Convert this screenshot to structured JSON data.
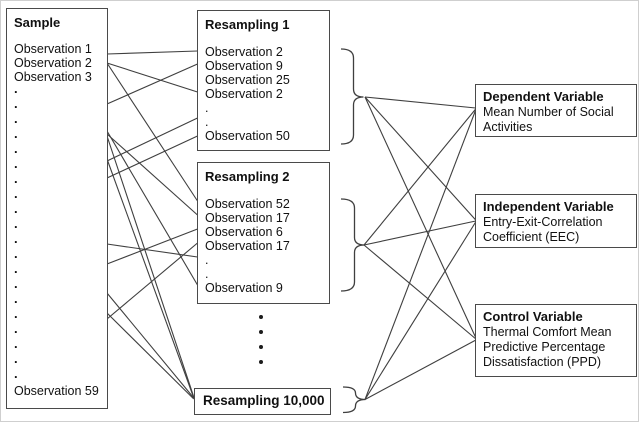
{
  "sample": {
    "title": "Sample",
    "observations": [
      "Observation 1",
      "Observation 2",
      "Observation 3"
    ],
    "ellipsis_dots": 20,
    "last_observation": "Observation 59"
  },
  "resampling1": {
    "title": "Resampling 1",
    "observations": [
      "Observation 2",
      "Observation 9",
      "Observation 25",
      "Observation 2",
      ".",
      ".",
      "Observation 50"
    ]
  },
  "resampling2": {
    "title": "Resampling 2",
    "observations": [
      "Observation 52",
      "Observation 17",
      "Observation 6",
      "Observation 17",
      ".",
      ".",
      "Observation 9"
    ]
  },
  "resampling_final": {
    "title": "Resampling 10,000"
  },
  "between_resamplings_dots": 4,
  "variables": [
    {
      "title": "Dependent Variable",
      "description": "Mean Number of Social Activities"
    },
    {
      "title": "Independent Variable",
      "description": "Entry-Exit-Correlation Coefficient (EEC)"
    },
    {
      "title": "Control Variable",
      "description": "Thermal Comfort Mean Predictive Percentage Dissatisfaction (PPD)"
    }
  ],
  "colors": {
    "line": "#3f3f3f",
    "box_border": "#4a4a4a",
    "text": "#111111",
    "background": "#ffffff"
  }
}
